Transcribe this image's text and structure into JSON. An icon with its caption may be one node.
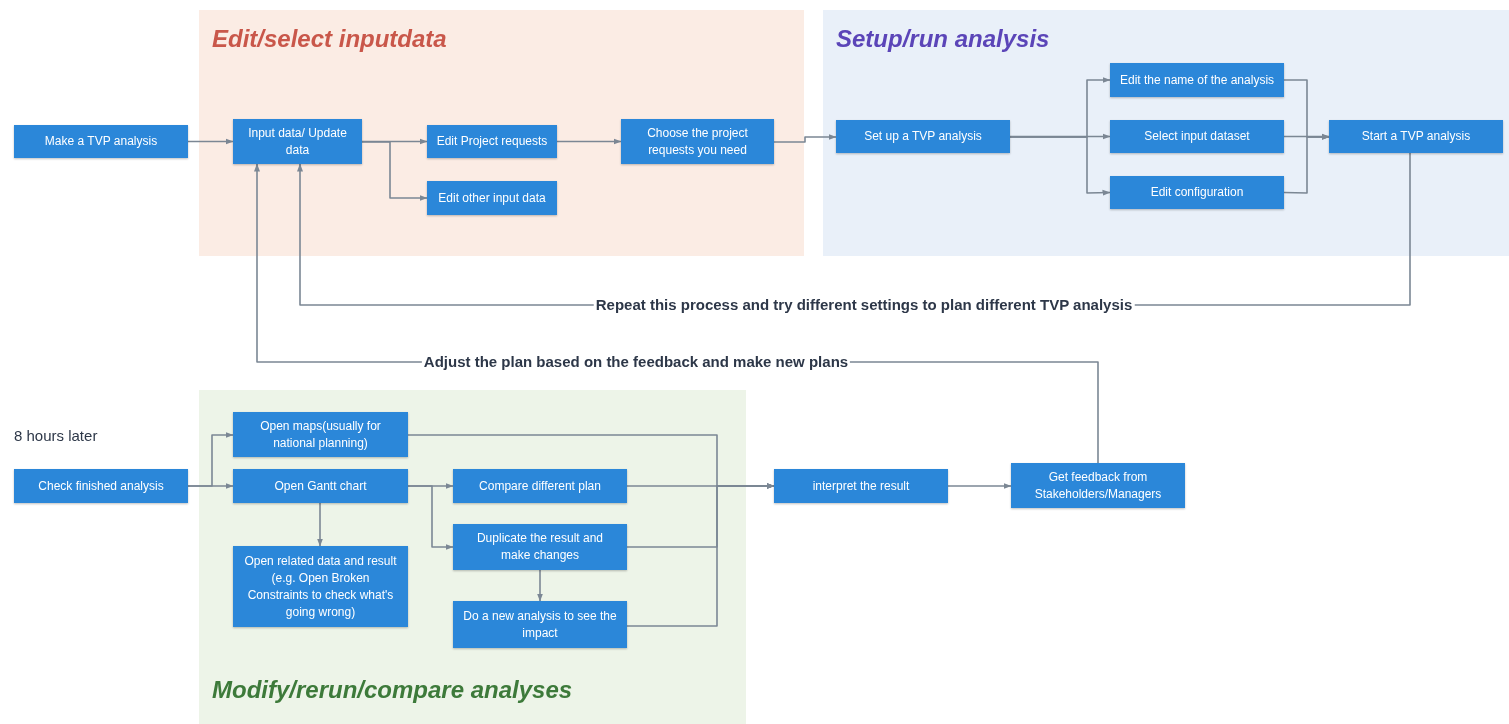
{
  "diagram": {
    "nodes": [
      {
        "text": [
          "Edit/select inputdata"
        ]
      },
      {
        "text": [
          "Setup/run analysis"
        ]
      },
      {
        "text": [
          "Modify/rerun/compare analyses"
        ]
      },
      {
        "text": [
          "Make a TVP analysis"
        ]
      },
      {
        "text": [
          "Input data/ Update data"
        ],
        "in": 0
      },
      {
        "text": [
          "Edit Project requests"
        ],
        "in": 0
      },
      {
        "text": [
          "Edit other input data"
        ],
        "in": 0
      },
      {
        "text": [
          "Choose the project requests you need"
        ],
        "in": 0
      },
      {
        "text": [
          "Set up a TVP analysis"
        ],
        "in": 1
      },
      {
        "text": [
          "Edit the name of the analysis"
        ],
        "in": 1
      },
      {
        "text": [
          "Select input dataset"
        ],
        "in": 1
      },
      {
        "text": [
          "Edit configuration"
        ],
        "in": 1
      },
      {
        "text": [
          "Start a TVP analysis"
        ],
        "in": 1
      },
      {
        "text": [
          "Check finished analysis"
        ],
        "beside": [
          "8 hours later"
        ]
      },
      {
        "text": [
          "Open maps(usually for national planning)"
        ],
        "in": 2
      },
      {
        "text": [
          "Open Gantt chart"
        ],
        "in": 2
      },
      {
        "text": [
          "Open related data and result (e.g. Open Broken Constraints to check what's going wrong)"
        ],
        "in": 2
      },
      {
        "text": [
          "Compare different plan"
        ],
        "in": 2
      },
      {
        "text": [
          "Duplicate the result and make changes"
        ],
        "in": 2
      },
      {
        "text": [
          "Do a new analysis to see the impact"
        ],
        "in": 2
      },
      {
        "text": [
          "interpret the result"
        ]
      },
      {
        "text": [
          "Get feedback from Stakeholders/Managers"
        ]
      }
    ],
    "edges": [
      {
        "from": 3,
        "to": 4,
        "arrow": "to"
      },
      {
        "from": 4,
        "to": 5,
        "arrow": "to"
      },
      {
        "from": 4,
        "to": 6,
        "arrow": "to"
      },
      {
        "from": 5,
        "to": 7,
        "arrow": "to"
      },
      {
        "from": 7,
        "to": 8,
        "arrow": "to"
      },
      {
        "from": 8,
        "to": 9,
        "arrow": "to"
      },
      {
        "from": 8,
        "to": 10,
        "arrow": "to"
      },
      {
        "from": 8,
        "to": 11,
        "arrow": "to"
      },
      {
        "from": 9,
        "to": 12,
        "arrow": "to"
      },
      {
        "from": 10,
        "to": 12,
        "arrow": "to"
      },
      {
        "from": 11,
        "to": 12,
        "arrow": "to"
      },
      {
        "from": 12,
        "to": 4,
        "arrow": "to",
        "label": "Repeat this process and try different settings to plan different TVP analysis"
      },
      {
        "from": 21,
        "to": 4,
        "arrow": "to",
        "label": "Adjust the plan based on the feedback and make new plans"
      },
      {
        "from": 13,
        "to": 14,
        "arrow": "to"
      },
      {
        "from": 13,
        "to": 15,
        "arrow": "to"
      },
      {
        "from": 15,
        "to": 16,
        "arrow": "to"
      },
      {
        "from": 15,
        "to": 17,
        "arrow": "to"
      },
      {
        "from": 15,
        "to": 18,
        "arrow": "to"
      },
      {
        "from": 18,
        "to": 19,
        "arrow": "to"
      },
      {
        "from": 14,
        "to": 20,
        "arrow": "to"
      },
      {
        "from": 17,
        "to": 20,
        "arrow": "to"
      },
      {
        "from": 18,
        "to": 20,
        "arrow": "to"
      },
      {
        "from": 19,
        "to": 20,
        "arrow": "to"
      },
      {
        "from": 20,
        "to": 21,
        "arrow": "to"
      }
    ]
  }
}
